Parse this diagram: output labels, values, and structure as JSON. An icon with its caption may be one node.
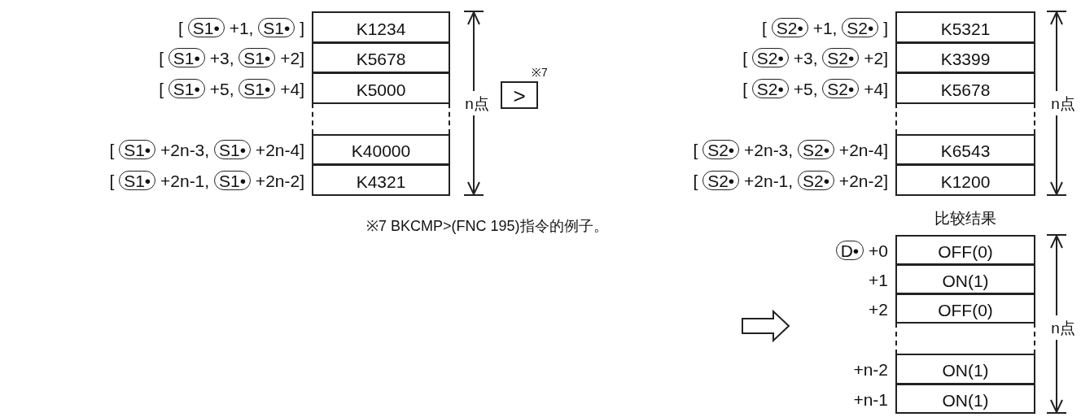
{
  "diagram": {
    "nodes": [
      {
        "text": [
          "K1234"
        ],
        "beside": [
          "[ S1• +1, S1• ]"
        ]
      },
      {
        "text": [
          "K5678"
        ],
        "beside": [
          "[ S1• +3, S1• +2]"
        ]
      },
      {
        "text": [
          "K5000"
        ],
        "beside": [
          "[ S1• +5, S1• +4]"
        ]
      },
      {
        "text": [],
        "shape": "box"
      },
      {
        "text": [
          "K40000"
        ],
        "beside": [
          "[ S1• +2n-3, S1• +2n-4]"
        ]
      },
      {
        "text": [
          "K4321"
        ],
        "beside": [
          "[ S1• +2n-1, S1• +2n-2]"
        ]
      },
      {
        "text": [
          ">"
        ],
        "beside": [
          "※7"
        ]
      },
      {
        "text": [
          "K5321"
        ],
        "beside": [
          "[ S2• +1, S2• ]"
        ]
      },
      {
        "text": [
          "K3399"
        ],
        "beside": [
          "[ S2• +3, S2• +2]"
        ]
      },
      {
        "text": [
          "K5678"
        ],
        "beside": [
          "[ S2• +5, S2• +4]"
        ]
      },
      {
        "text": [],
        "shape": "box"
      },
      {
        "text": [
          "K6543"
        ],
        "beside": [
          "[ S2• +2n-3, S2• +2n-4]"
        ]
      },
      {
        "text": [
          "K1200"
        ],
        "beside": [
          "[ S2• +2n-1, S2• +2n-2]"
        ]
      },
      {
        "text": [
          "OFF(0)"
        ],
        "beside": [
          "D• +0"
        ]
      },
      {
        "text": [
          "ON(1)"
        ],
        "beside": [
          "+1"
        ]
      },
      {
        "text": [
          "OFF(0)"
        ],
        "beside": [
          "+2"
        ]
      },
      {
        "text": [],
        "shape": "box"
      },
      {
        "text": [
          "ON(1)"
        ],
        "beside": [
          "+n-2"
        ]
      },
      {
        "text": [
          "ON(1)"
        ],
        "beside": [
          "+n-1"
        ]
      }
    ],
    "labels": [
      "n点",
      "n点",
      "比较结果",
      "※7 BKCMP>(FNC 195)指令的例子。",
      "n点"
    ]
  }
}
